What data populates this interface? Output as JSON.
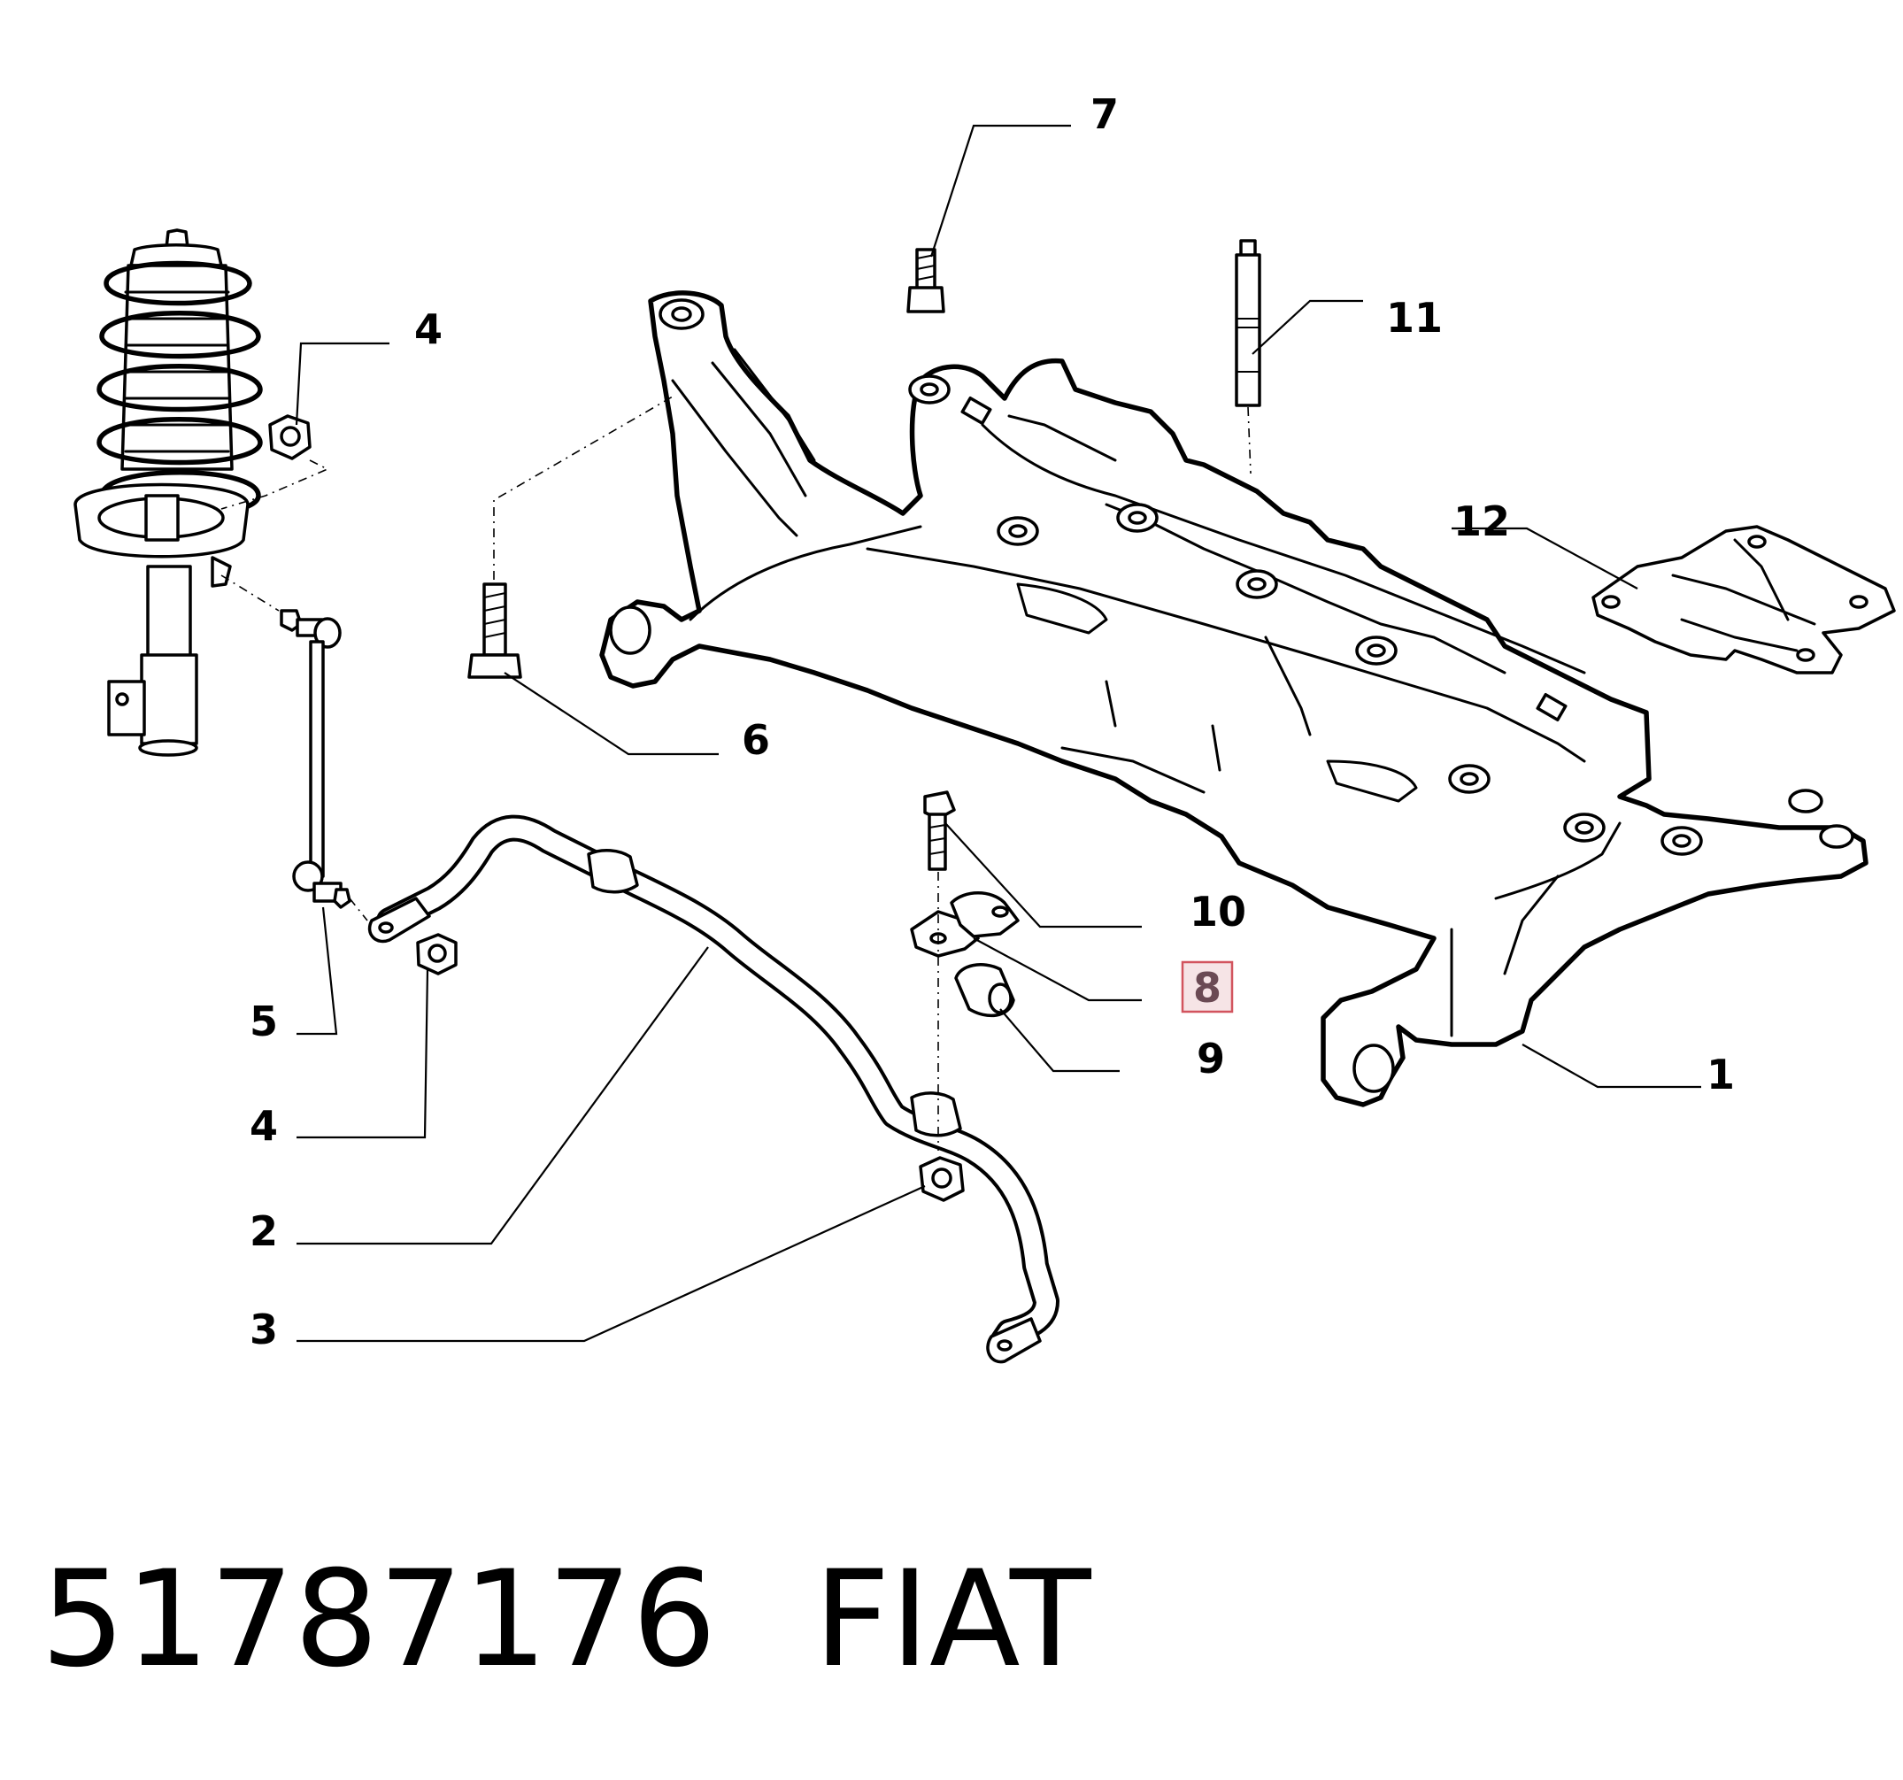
{
  "callouts": {
    "c1": "1",
    "c2": "2",
    "c3": "3",
    "c4_top": "4",
    "c4_bottom": "4",
    "c5": "5",
    "c6": "6",
    "c7": "7",
    "c8": "8",
    "c9": "9",
    "c10": "10",
    "c11": "11",
    "c12": "12"
  },
  "highlighted_callout": "8",
  "footer": {
    "part_number": "51787176",
    "brand": "FIAT"
  },
  "colors": {
    "line": "#000000",
    "highlight_fill": "#f6e4e6",
    "highlight_border": "#d2545e",
    "highlight_text": "#6b4a54"
  }
}
